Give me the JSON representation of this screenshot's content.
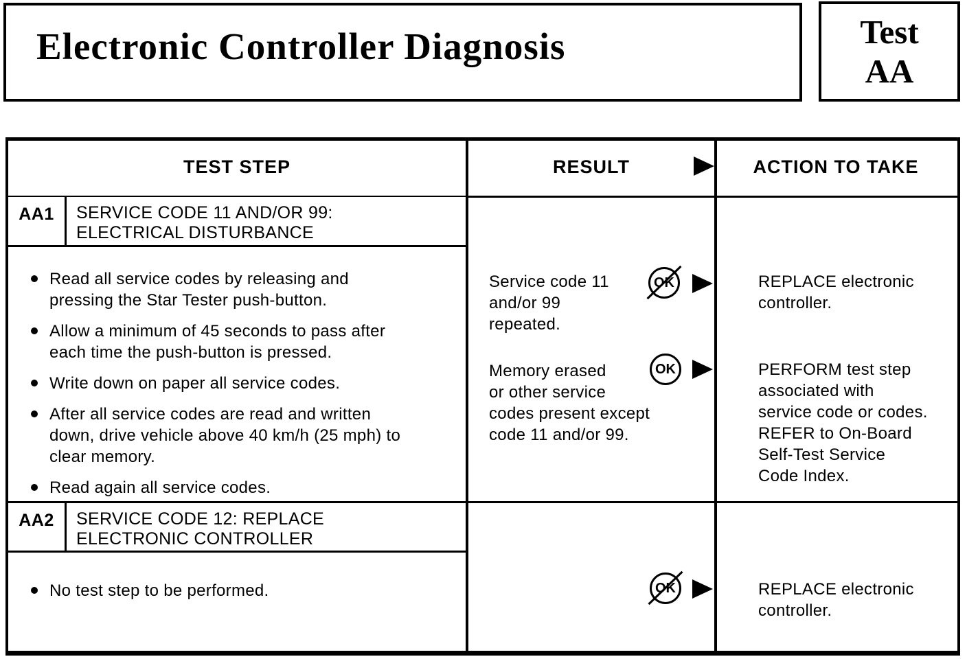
{
  "colors": {
    "ink": "#000000",
    "paper": "#ffffff"
  },
  "page": {
    "title": "Electronic Controller Diagnosis",
    "test_badge": {
      "line1": "Test",
      "line2": "AA"
    }
  },
  "table": {
    "headers": {
      "col1": "TEST STEP",
      "col2": "RESULT",
      "col3": "ACTION TO TAKE"
    },
    "rows": [
      {
        "id": "AA1",
        "title": "SERVICE CODE 11 AND/OR 99:\nELECTRICAL DISTURBANCE",
        "steps": [
          "Read all service codes by releasing and\npressing the Star Tester push-button.",
          "Allow a minimum of 45 seconds to pass after\neach time the push-button is pressed.",
          "Write down on paper all service codes.",
          "After all service codes are read and written\ndown, drive vehicle above 40 km/h (25 mph) to\nclear memory.",
          "Read again all service codes."
        ],
        "results": [
          {
            "text": "Service code 11\nand/or 99\nrepeated.",
            "symbol": "not-ok",
            "symbol_label": "OK"
          },
          {
            "text": "Memory erased\nor other service\ncodes present except\ncode 11 and/or 99.",
            "symbol": "ok",
            "symbol_label": "OK"
          }
        ],
        "actions": [
          "REPLACE electronic\ncontroller.",
          "PERFORM test step\nassociated with\nservice code or codes.\nREFER to On-Board\nSelf-Test Service\nCode Index."
        ]
      },
      {
        "id": "AA2",
        "title": "SERVICE CODE 12: REPLACE\nELECTRONIC CONTROLLER",
        "steps": [
          "No test step to be performed."
        ],
        "results": [
          {
            "text": "",
            "symbol": "not-ok",
            "symbol_label": "OK"
          }
        ],
        "actions": [
          "REPLACE electronic\ncontroller."
        ]
      }
    ]
  }
}
